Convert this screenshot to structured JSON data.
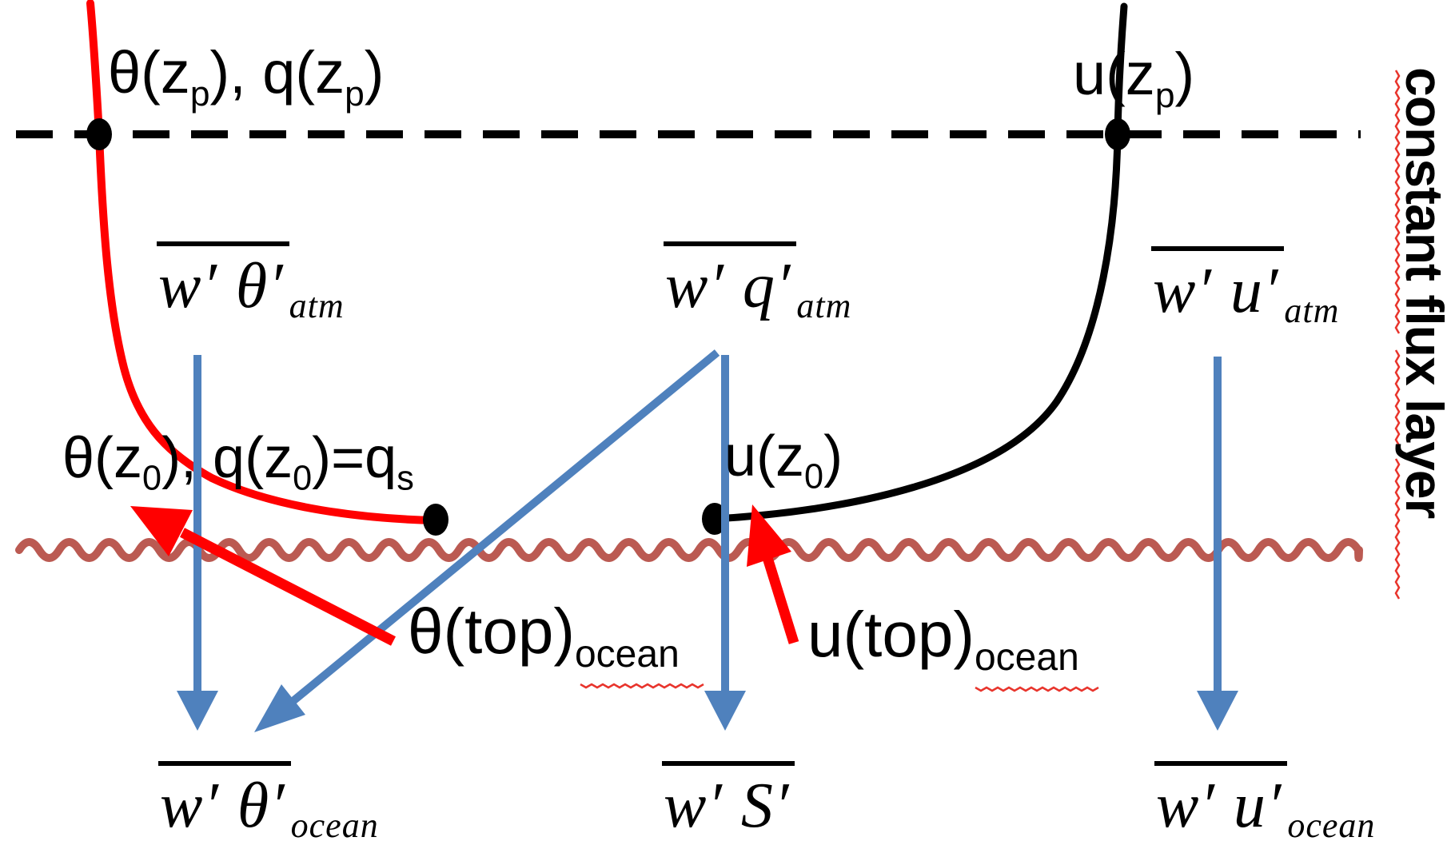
{
  "labels": {
    "theta_q_zp": {
      "a": "θ(z",
      "a_sub": "p",
      "b": "), q(z",
      "b_sub": "p",
      "c": ")"
    },
    "u_zp": {
      "a": "u(z",
      "a_sub": "p",
      "b": ")"
    },
    "theta_q_z0": {
      "a": "θ(z",
      "a_sub": "0",
      "b": "), q(z",
      "b_sub": "0",
      "c": ")=q",
      "c_sub": "s"
    },
    "u_z0": {
      "a": "u(z",
      "a_sub": "0",
      "b": ")"
    },
    "theta_top_ocean": {
      "main": "θ(top)",
      "sub": "ocean"
    },
    "u_top_ocean": {
      "main": "u(top)",
      "sub": "ocean"
    },
    "constant_flux_layer": "constant flux layer"
  },
  "fluxes": {
    "theta_atm": {
      "main": "w′ θ′",
      "sub": "atm"
    },
    "q_atm": {
      "main": "w′ q′",
      "sub": "atm"
    },
    "u_atm": {
      "main": "w′ u′",
      "sub": "atm"
    },
    "theta_ocean": {
      "main": "w′ θ′",
      "sub": "ocean"
    },
    "salinity": {
      "main": "w′ S′",
      "sub": ""
    },
    "u_ocean": {
      "main": "w′ u′",
      "sub": "ocean"
    }
  },
  "colors": {
    "ink": "#000000",
    "flux_arrow_blue": "#4f81bd",
    "pointer_red": "#ff0000",
    "ocean_wave_brown": "#bb5a52",
    "spellcheck_squiggle_red": "#e8342c"
  }
}
